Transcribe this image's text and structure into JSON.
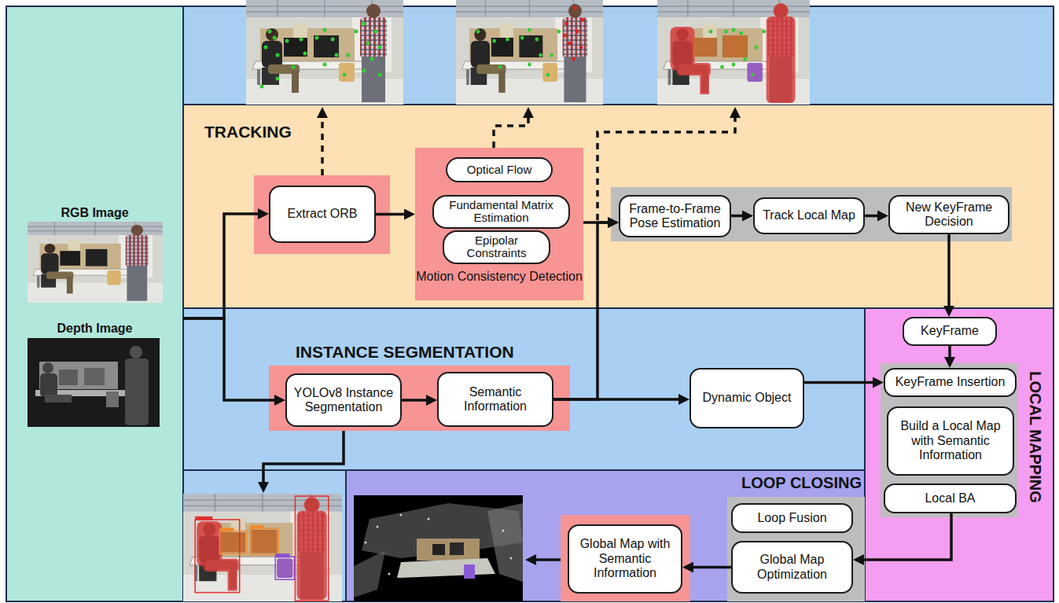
{
  "diagram": {
    "nodes": [
      {
        "text": [
          "RGB Image",
          "Depth Image"
        ]
      },
      {
        "text": [
          "TRACKING"
        ]
      },
      {
        "text": [
          "Extract ORB"
        ],
        "in": 1
      },
      {
        "text": [
          "Motion Consistency Detection"
        ],
        "in": 1
      },
      {
        "text": [
          "Optical Flow"
        ],
        "in": 3
      },
      {
        "text": [
          "Fundamental Matrix Estimation"
        ],
        "in": 3
      },
      {
        "text": [
          "Epipolar Constraints"
        ],
        "in": 3
      },
      {
        "text": [
          "Frame-to-Frame Pose Estimation"
        ],
        "in": 1
      },
      {
        "text": [
          "Track Local Map"
        ],
        "in": 1
      },
      {
        "text": [
          "New KeyFrame Decision"
        ],
        "in": 1
      },
      {
        "text": [
          "INSTANCE SEGMENTATION"
        ]
      },
      {
        "text": [
          "YOLOv8 Instance Segmentation"
        ],
        "in": 10
      },
      {
        "text": [
          "Semantic Information"
        ],
        "in": 10
      },
      {
        "text": [
          "Dynamic Object"
        ],
        "in": 10
      },
      {
        "text": [
          "LOCAL MAPPING"
        ]
      },
      {
        "text": [
          "KeyFrame"
        ],
        "in": 14
      },
      {
        "text": [
          "KeyFrame Insertion"
        ],
        "in": 14
      },
      {
        "text": [
          "Build a Local Map with Semantic Information"
        ],
        "in": 14
      },
      {
        "text": [
          "Local BA"
        ],
        "in": 14
      },
      {
        "text": [
          "LOOP CLOSING"
        ]
      },
      {
        "text": [
          "Loop Fusion"
        ],
        "in": 19
      },
      {
        "text": [
          "Global Map Optimization"
        ],
        "in": 19
      },
      {
        "text": [
          "Global Map with Semantic Information"
        ],
        "in": 19
      }
    ],
    "edges": [
      {
        "from": 0,
        "to": 2,
        "arrow": "to"
      },
      {
        "from": 0,
        "to": 11,
        "arrow": "to"
      },
      {
        "from": 2,
        "to": 3,
        "arrow": "to"
      },
      {
        "from": 3,
        "to": 7,
        "arrow": "to"
      },
      {
        "from": 7,
        "to": 8,
        "arrow": "to"
      },
      {
        "from": 8,
        "to": 9,
        "arrow": "to"
      },
      {
        "from": 9,
        "to": 15,
        "arrow": "to"
      },
      {
        "from": 15,
        "to": 16,
        "arrow": "to"
      },
      {
        "from": 11,
        "to": 12,
        "arrow": "to"
      },
      {
        "from": 12,
        "to": 13,
        "arrow": "to"
      },
      {
        "from": 12,
        "to": 7,
        "arrow": "to"
      },
      {
        "from": 13,
        "to": 16,
        "arrow": "to"
      },
      {
        "from": 18,
        "to": 21,
        "arrow": "to"
      },
      {
        "from": 21,
        "to": 22,
        "arrow": "to"
      }
    ]
  }
}
